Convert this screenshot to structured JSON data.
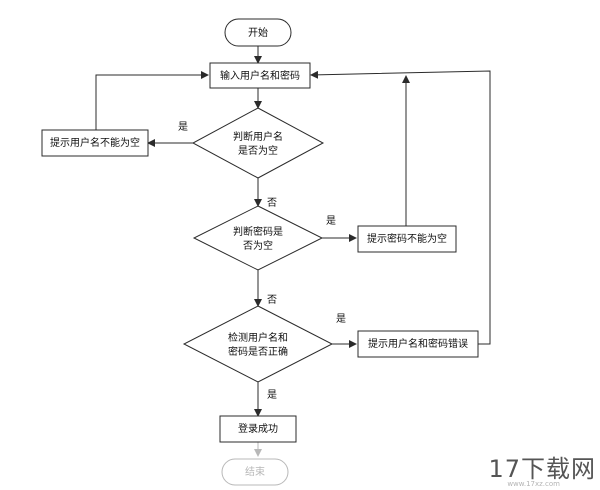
{
  "flowchart": {
    "nodes": {
      "start": "开始",
      "input": "输入用户名和密码",
      "check_username": [
        "判断用户名",
        "是否为空"
      ],
      "username_empty_msg": "提示用户名不能为空",
      "check_password": [
        "判断密码是",
        "否为空"
      ],
      "password_empty_msg": "提示密码不能为空",
      "verify": [
        "检测用户名和",
        "密码是否正确"
      ],
      "error_msg": "提示用户名和密码错误",
      "login_success": "登录成功",
      "end": "结束"
    },
    "edge_labels": {
      "username_yes": "是",
      "username_no": "否",
      "password_yes": "是",
      "password_no": "否",
      "verify_yes_error": "是",
      "verify_yes_success": "是"
    }
  },
  "watermark": {
    "brand": "17下载网",
    "sub": "www.17xz.com"
  },
  "colors": {
    "stroke": "#2b2b2b",
    "node_fill": "#ffffff",
    "faded": "#b8b8b8"
  }
}
